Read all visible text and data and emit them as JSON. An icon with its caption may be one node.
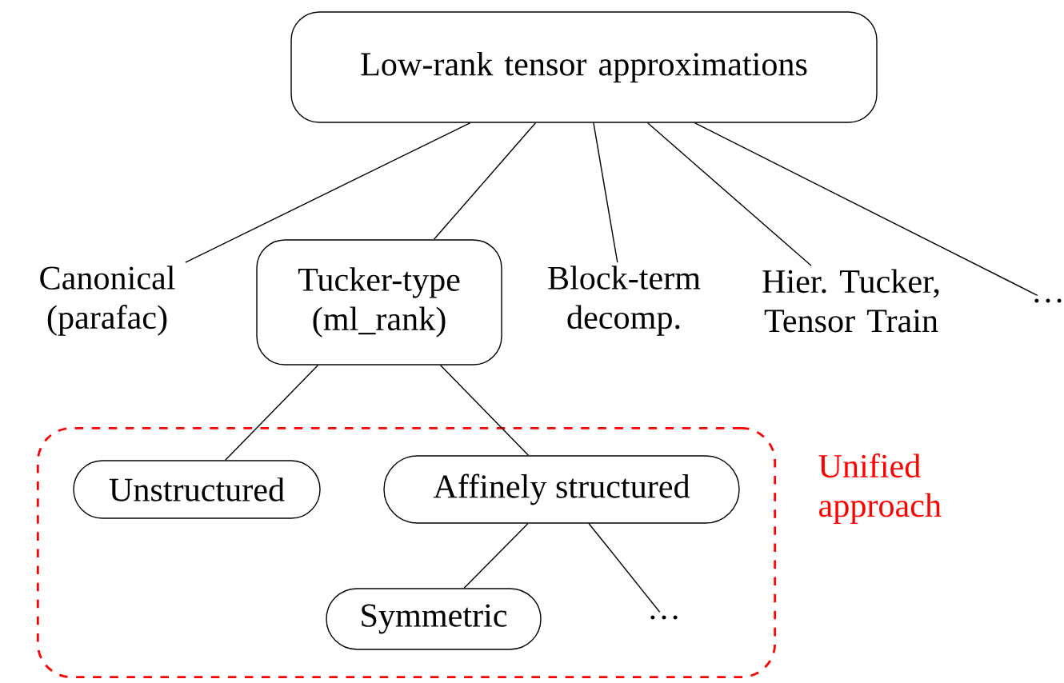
{
  "diagram": {
    "nodes": [
      {
        "text": [
          "Low-rank tensor approximations"
        ]
      },
      {
        "text": [
          "Canonical (parafac)"
        ]
      },
      {
        "text": [
          "Tucker-type (ml_rank)"
        ]
      },
      {
        "text": [
          "Block-term decomp."
        ]
      },
      {
        "text": [
          "Hier. Tucker, Tensor Train"
        ]
      },
      {
        "text": [
          "…"
        ]
      },
      {
        "text": [
          "Unified approach"
        ]
      },
      {
        "text": [
          "Unstructured"
        ],
        "in": 6
      },
      {
        "text": [
          "Affinely structured"
        ],
        "in": 6
      },
      {
        "text": [
          "Symmetric"
        ],
        "in": 6
      },
      {
        "text": [
          "…"
        ],
        "in": 6
      }
    ],
    "edges": [
      {
        "from": 0,
        "to": 1,
        "arrow": "none"
      },
      {
        "from": 0,
        "to": 2,
        "arrow": "none"
      },
      {
        "from": 0,
        "to": 3,
        "arrow": "none"
      },
      {
        "from": 0,
        "to": 4,
        "arrow": "none"
      },
      {
        "from": 0,
        "to": 5,
        "arrow": "none"
      },
      {
        "from": 2,
        "to": 7,
        "arrow": "none"
      },
      {
        "from": 2,
        "to": 8,
        "arrow": "none"
      },
      {
        "from": 8,
        "to": 9,
        "arrow": "none"
      },
      {
        "from": 8,
        "to": 10,
        "arrow": "none"
      }
    ]
  }
}
